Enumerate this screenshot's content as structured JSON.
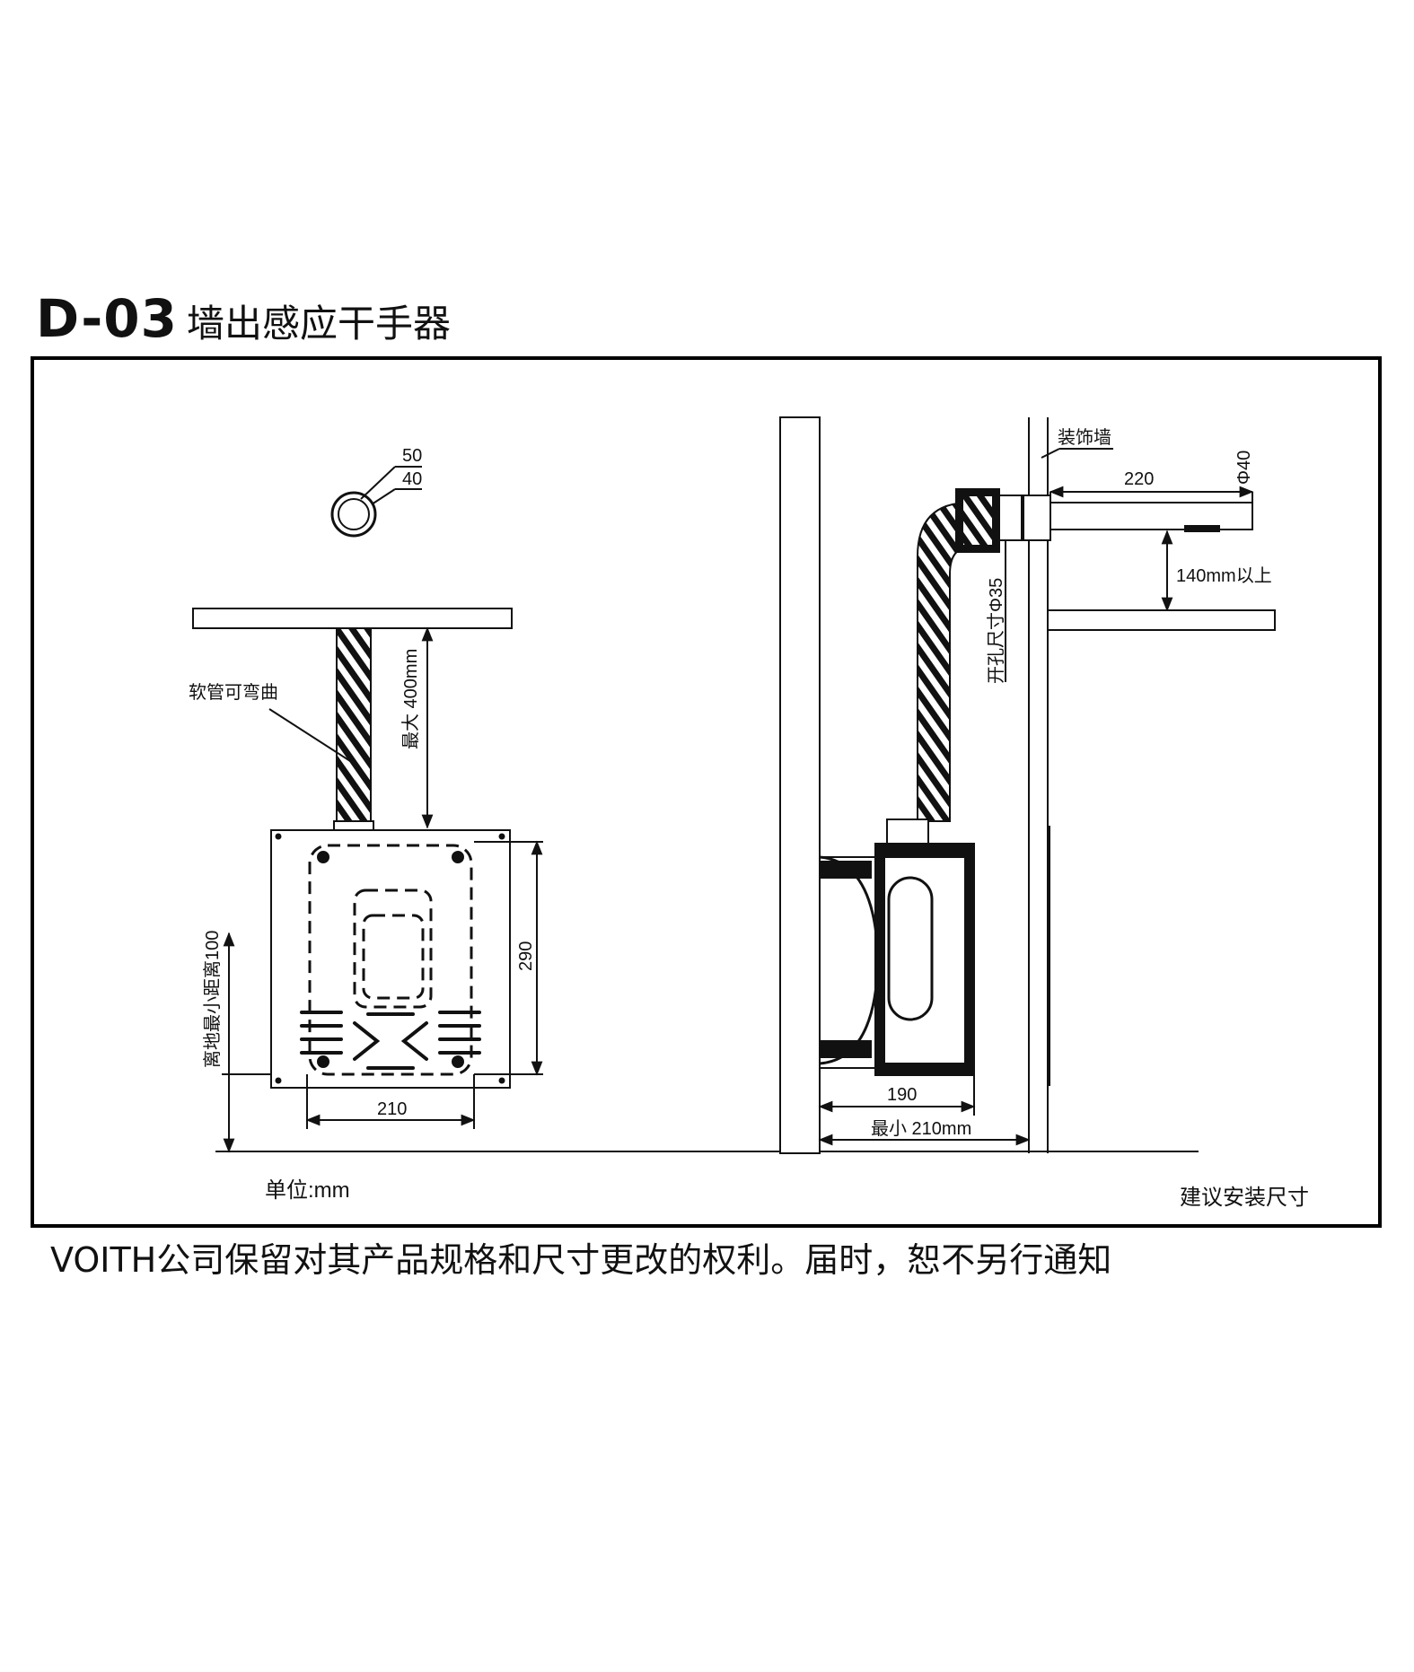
{
  "header": {
    "model_code": "D-03",
    "product_name": "墙出感应干手器"
  },
  "front_view": {
    "ring_outer": "50",
    "ring_inner": "40",
    "hose_note": "软管可弯曲",
    "hose_length": "最大 400mm",
    "height_dim": "290",
    "width_dim": "210",
    "floor_distance": "离地最小距离100",
    "unit_note": "单位:mm"
  },
  "side_view": {
    "wall_label": "装饰墙",
    "pipe_length": "220",
    "pipe_diameter": "Φ40",
    "hole_size": "开孔尺寸Φ35",
    "clearance": "140mm以上",
    "depth_dim": "190",
    "min_depth": "最小 210mm",
    "caption": "建议安装尺寸"
  },
  "footer": {
    "notice": "VOITH公司保留对其产品规格和尺寸更改的权利。届时，恕不另行通知"
  }
}
